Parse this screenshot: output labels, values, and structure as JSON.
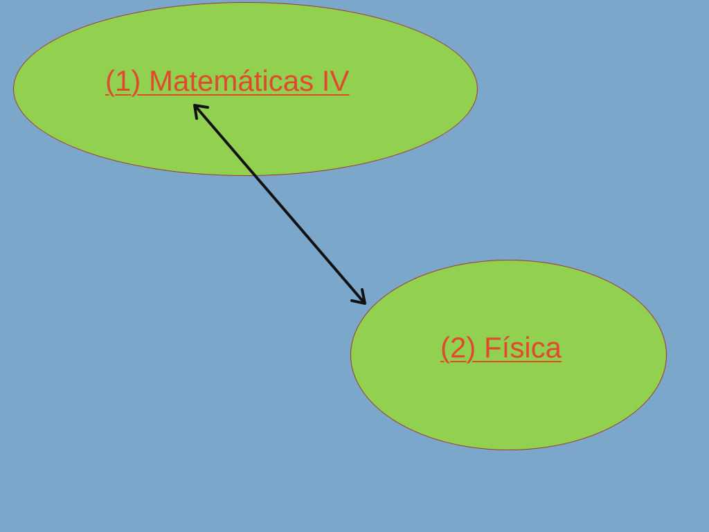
{
  "colors": {
    "background": "#7ba7cb",
    "node_fill": "#92d050",
    "node_border": "#a0362a",
    "link_text": "#e0492b",
    "arrow": "#111111"
  },
  "nodes": [
    {
      "label": "(1) Matemáticas IV"
    },
    {
      "label": "(2) Física"
    }
  ],
  "connector": {
    "type": "bidirectional-arrow",
    "from_node": "(1) Matemáticas IV",
    "to_node": "(2) Física"
  }
}
